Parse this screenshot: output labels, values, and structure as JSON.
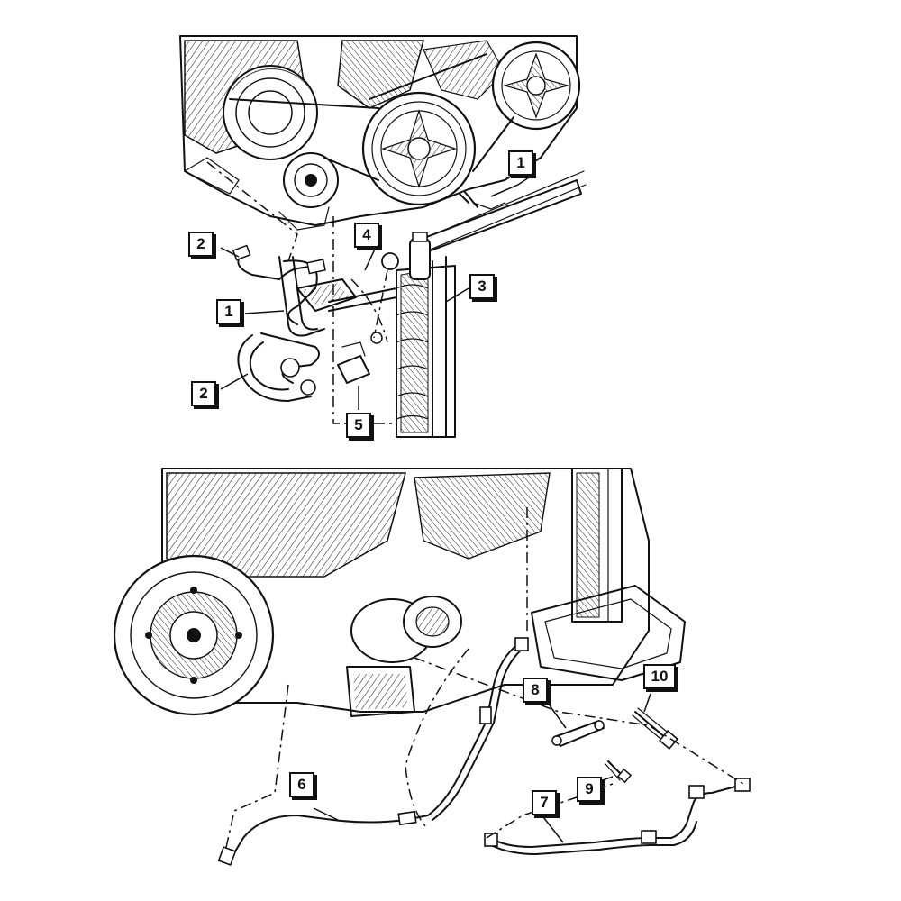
{
  "callouts": {
    "top": [
      {
        "id": "c1a",
        "label": "1"
      },
      {
        "id": "c2a",
        "label": "2"
      },
      {
        "id": "c4",
        "label": "4"
      },
      {
        "id": "c3",
        "label": "3"
      },
      {
        "id": "c1b",
        "label": "1"
      },
      {
        "id": "c2b",
        "label": "2"
      },
      {
        "id": "c5",
        "label": "5"
      }
    ],
    "bottom": [
      {
        "id": "c10",
        "label": "10"
      },
      {
        "id": "c8",
        "label": "8"
      },
      {
        "id": "c6",
        "label": "6"
      },
      {
        "id": "c9",
        "label": "9"
      },
      {
        "id": "c7",
        "label": "7"
      }
    ]
  }
}
